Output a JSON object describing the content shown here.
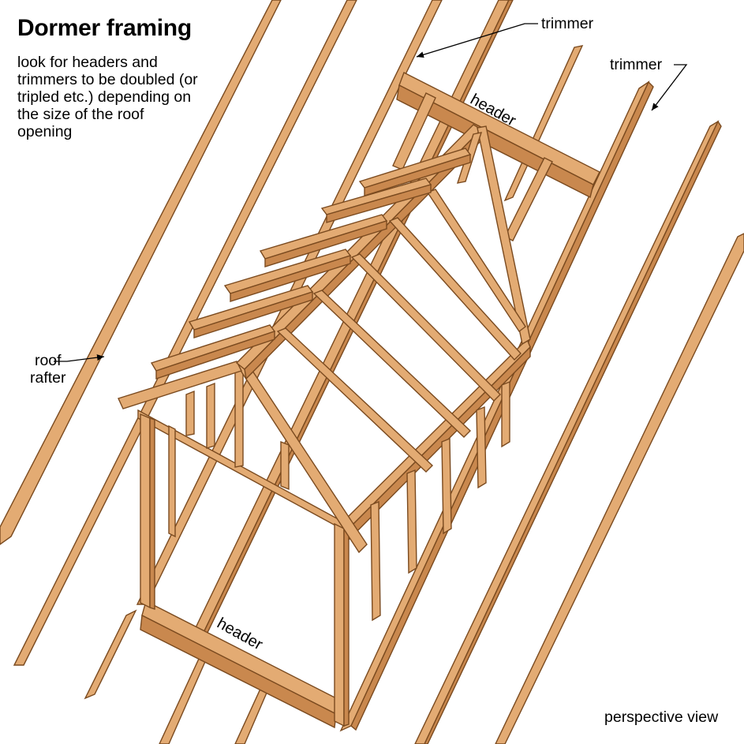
{
  "title": "Dormer framing",
  "note": "look for headers and trimmers to be doubled (or tripled etc.) depending on the size of the roof opening",
  "labels": {
    "trimmer_top": "trimmer",
    "trimmer_right": "trimmer",
    "roof_rafter": [
      "roof",
      "rafter"
    ],
    "header_top": "header",
    "header_bottom": "header",
    "view": "perspective view"
  },
  "colors": {
    "wood_face": "#e3ab73",
    "wood_side": "#c9884e",
    "wood_edge": "#7a4a1f",
    "background": "#ffffff"
  }
}
